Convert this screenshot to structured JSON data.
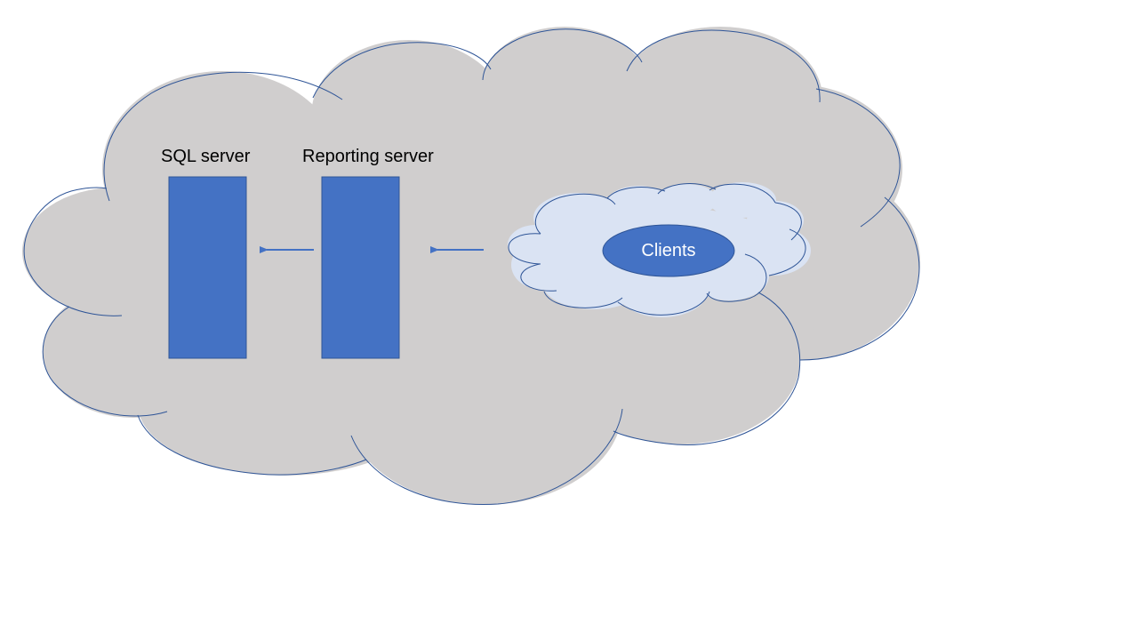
{
  "diagram": {
    "nodes": {
      "sql_server": {
        "label": "SQL server"
      },
      "reporting_server": {
        "label": "Reporting server"
      },
      "clients": {
        "label": "Clients"
      }
    },
    "edges": [
      {
        "from": "reporting_server",
        "to": "sql_server"
      },
      {
        "from": "clients",
        "to": "reporting_server"
      }
    ],
    "colors": {
      "outer_cloud_fill": "#d0cece",
      "outer_cloud_stroke": "#2f5597",
      "inner_cloud_fill": "#dae3f3",
      "inner_cloud_stroke": "#2f5597",
      "server_fill": "#4472c4",
      "server_stroke": "#2f5597",
      "arrow": "#4472c4",
      "clients_fill": "#4472c4"
    }
  }
}
